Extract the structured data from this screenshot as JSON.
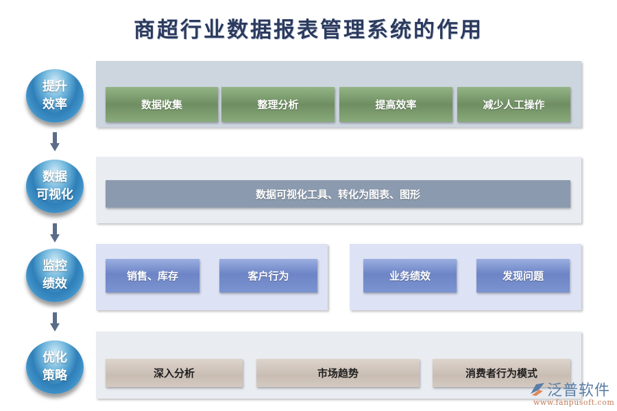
{
  "title": "商超行业数据报表管理系统的作用",
  "stages": [
    {
      "label_line1": "提升",
      "label_line2": "效率",
      "items": [
        "数据收集",
        "整理分析",
        "提高效率",
        "减少人工操作"
      ],
      "box_color": "#7a9a6c",
      "panel_color": "#cdd5df"
    },
    {
      "label_line1": "数据",
      "label_line2": "可视化",
      "items": [
        "数据可视化工具、转化为图表、图形"
      ],
      "box_color": "#8b9aae",
      "panel_color": "#e9edf2"
    },
    {
      "label_line1": "监控",
      "label_line2": "绩效",
      "items": [
        "销售、库存",
        "客户行为",
        "业务绩效",
        "发现问题"
      ],
      "box_color": "#6d85c6",
      "panel_color": "#dde2f5"
    },
    {
      "label_line1": "优化",
      "label_line2": "策略",
      "items": [
        "深入分析",
        "市场趋势",
        "消费者行为模式"
      ],
      "box_color": "#c9bdb3",
      "panel_color": "#e9ecf1"
    }
  ],
  "logo": {
    "brand": "泛普软件",
    "url": "www.fanpusoft.com"
  },
  "colors": {
    "title": "#2b3a5e",
    "circle": "#2f7fb8",
    "arrow": "#5b6c88"
  }
}
